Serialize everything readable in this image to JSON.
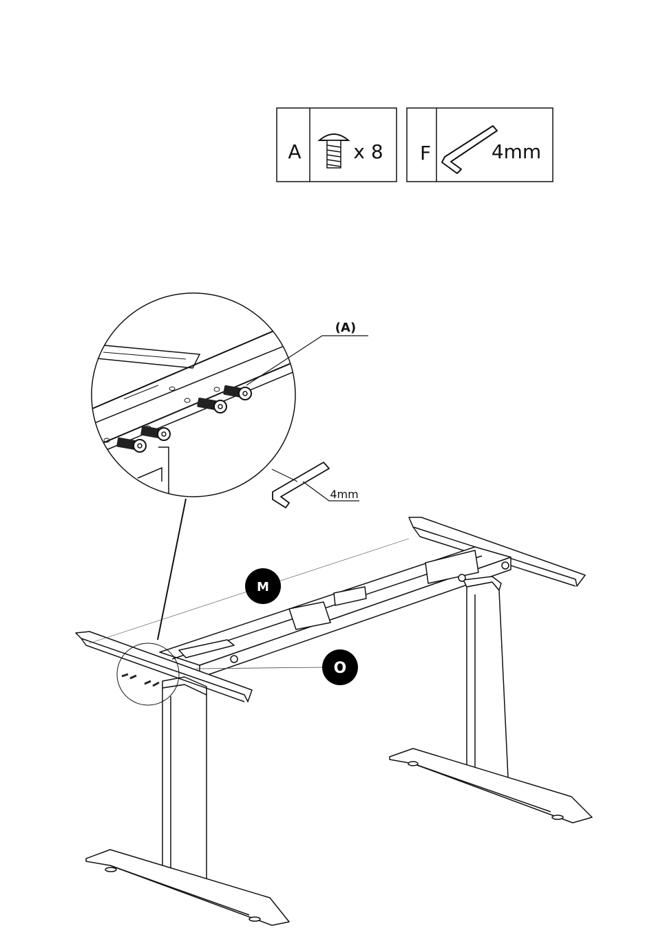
{
  "parts": [
    {
      "letter": "A",
      "icon": "screw-icon",
      "quantity": "x 8"
    },
    {
      "letter": "F",
      "icon": "hex-key-icon",
      "quantity": "4mm"
    }
  ],
  "callouts": {
    "screw_ref": "(A)",
    "tool_size": "4mm",
    "badge_m": "M",
    "badge_o": "O"
  }
}
